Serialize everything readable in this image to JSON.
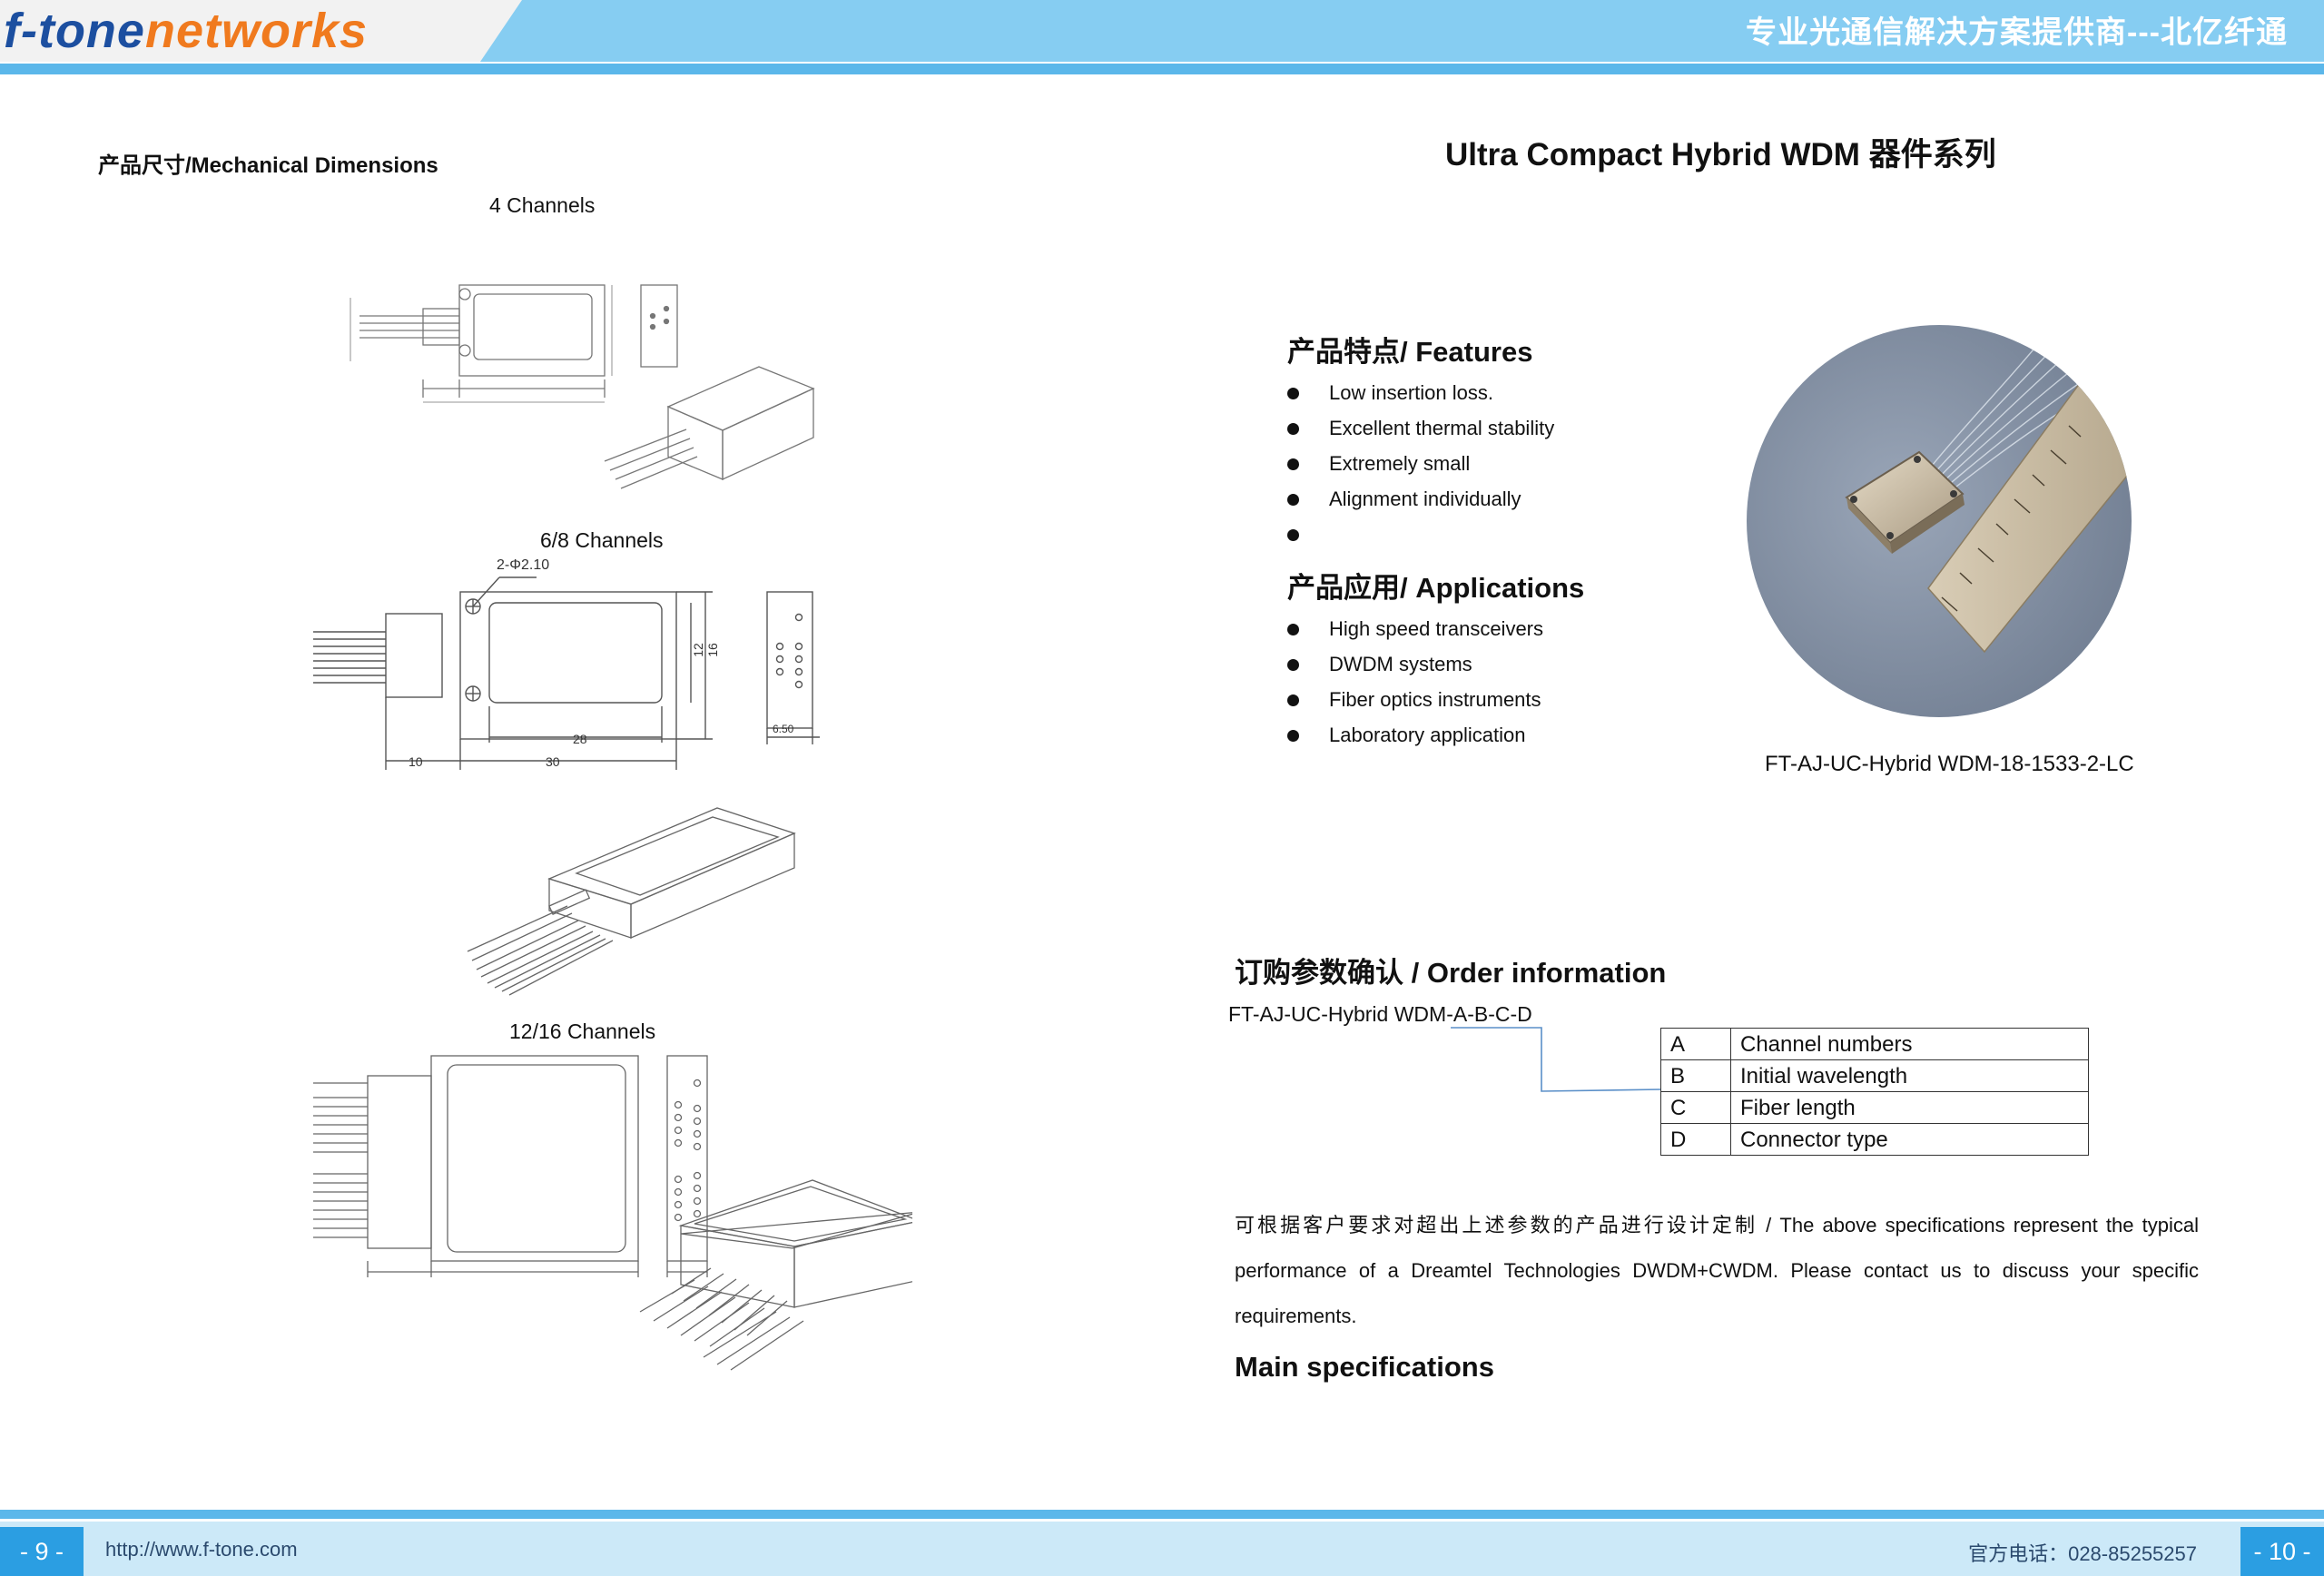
{
  "header": {
    "logo_part1": "f-tone",
    "logo_part2": "networks",
    "slogan": "专业光通信解决方案提供商---北亿纤通"
  },
  "footer": {
    "page_left": "- 9 -",
    "page_right": "- 10 -",
    "url": "http://www.f-tone.com",
    "phone": "官方电话：028-85255257"
  },
  "left_page": {
    "section_title": "产品尺寸/Mechanical Dimensions",
    "channels": [
      "4 Channels",
      "6/8 Channels",
      "12/16 Channels"
    ],
    "dims_6_8": {
      "hole": "2-Φ2.10",
      "len_inner": "28",
      "len_outer": "30",
      "tail": "10",
      "height": "12",
      "height_outer": "16",
      "width": "6.50"
    }
  },
  "right_page": {
    "series_title": "Ultra Compact Hybrid WDM 器件系列",
    "features_title": "产品特点/ Features",
    "features": [
      "Low insertion loss.",
      "Excellent thermal stability",
      "Extremely small",
      "Alignment individually",
      ""
    ],
    "applications_title": "产品应用/ Applications",
    "applications": [
      "High speed transceivers",
      "DWDM systems",
      "Fiber optics instruments",
      "Laboratory application"
    ],
    "photo_caption": "FT-AJ-UC-Hybrid WDM-18-1533-2-LC",
    "order_title": "订购参数确认  / Order information",
    "order_code": "FT-AJ-UC-Hybrid WDM-A-B-C-D",
    "order_table": [
      {
        "key": "A",
        "value": "Channel numbers"
      },
      {
        "key": "B",
        "value": "Initial wavelength"
      },
      {
        "key": "C",
        "value": "Fiber length"
      },
      {
        "key": "D",
        "value": "Connector type"
      }
    ],
    "note": "可根据客户要求对超出上述参数的产品进行设计定制  / The above specifications represent the typical performance of a Dreamtel Technologies DWDM+CWDM. Please contact us to discuss your specific requirements.",
    "main_spec_title": "Main specifications"
  }
}
